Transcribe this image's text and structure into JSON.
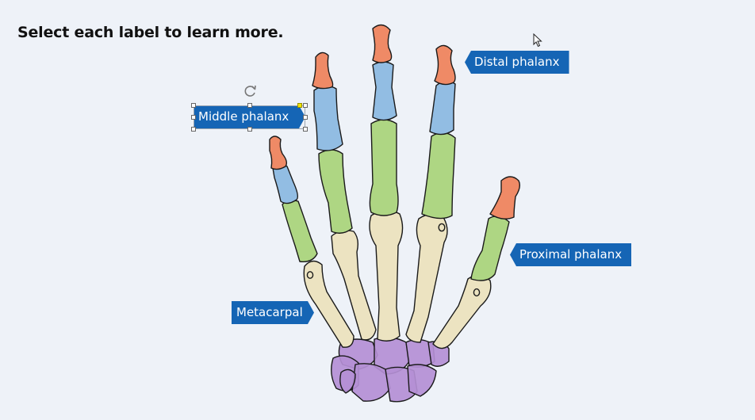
{
  "instruction": "Select each label to learn more.",
  "labels": {
    "middle_phalanx": "Middle phalanx",
    "distal_phalanx": "Distal phalanx",
    "proximal_phalanx": "Proximal phalanx",
    "metacarpal": "Metacarpal"
  },
  "selection": {
    "selected_label": "Middle phalanx",
    "rotate_icon": "rotate-icon"
  },
  "colors": {
    "background": "#eef2f8",
    "label_fill": "#1565b5",
    "distal": "#ef8a66",
    "middle": "#92bde3",
    "proximal": "#aed683",
    "metacarpal": "#ece3c1",
    "carpal": "#b48fd5"
  }
}
